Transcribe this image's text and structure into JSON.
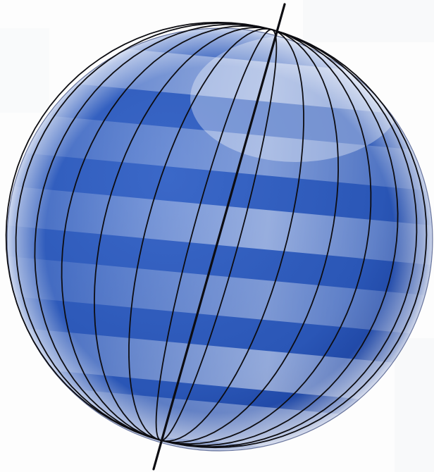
{
  "figure": {
    "subject": "globe-with-rotation-axis-and-meridians",
    "colors": {
      "background": "#fdfdfd",
      "sphere_deep": "#1f46a8",
      "sphere_mid": "#2f5fc2",
      "sphere_light": "#dfe8f7",
      "line": "#0d0d12",
      "page_ghost": "#e7e9ee"
    },
    "meridian_count": 14,
    "band_count": 6
  }
}
